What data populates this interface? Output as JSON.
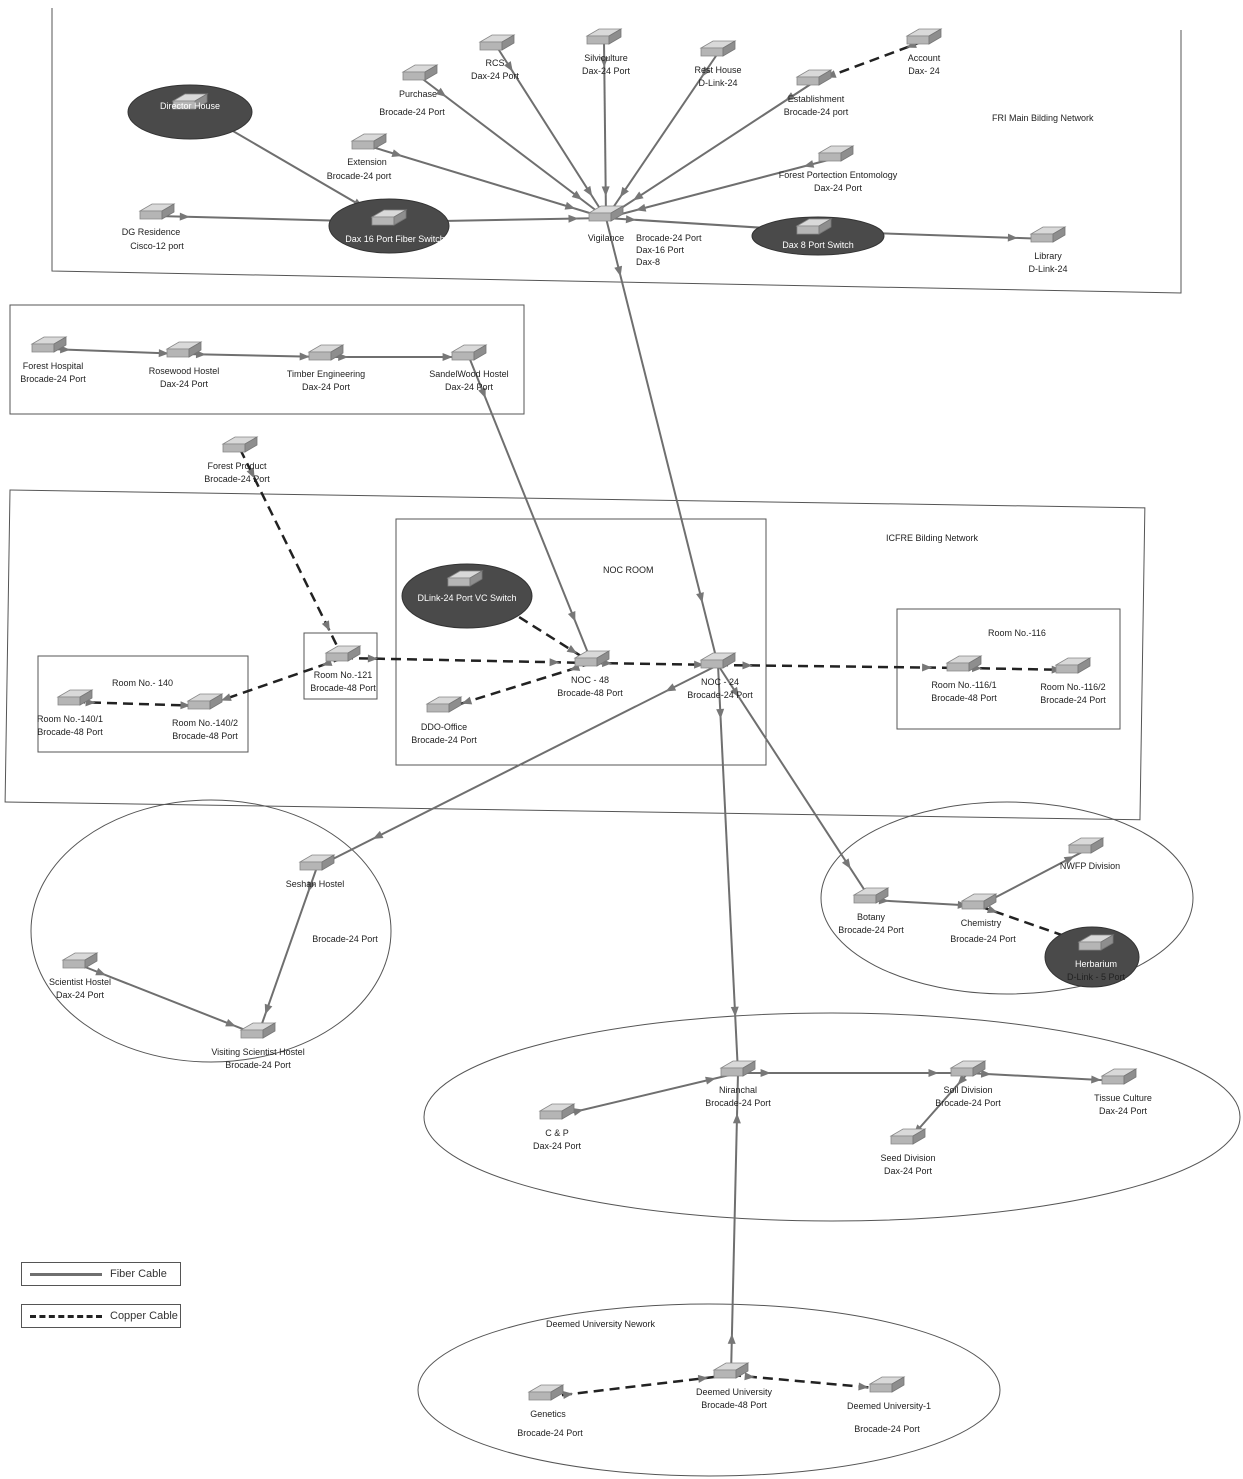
{
  "zones": {
    "fri_main": "FRI Main Bilding Network",
    "icfre": "ICFRE Bilding Network",
    "noc_room": "NOC ROOM",
    "room_116": "Room No.-116",
    "room_140": "Room No.- 140",
    "deemed": "Deemed University Nework"
  },
  "nodes": {
    "director": {
      "name": "Director House"
    },
    "purchase": {
      "name": "Purchase",
      "model": "Brocade-24 Port"
    },
    "rcs": {
      "name": "RCS",
      "model": "Dax-24 Port"
    },
    "silviculture": {
      "name": "Silviculture",
      "model": "Dax-24 Port"
    },
    "resthouse": {
      "name": "Rest House",
      "model": "D-Link-24"
    },
    "account": {
      "name": "Account",
      "model": "Dax- 24"
    },
    "establishment": {
      "name": "Establishment",
      "model": "Brocade-24 port"
    },
    "extension": {
      "name": "Extension",
      "model": "Brocade-24 port"
    },
    "fpe": {
      "name": "Forest Portection Entomology",
      "model": "Dax-24 Port"
    },
    "dg": {
      "name": "DG Residence",
      "model": "Cisco-12 port"
    },
    "dax16": {
      "name": "Dax 16 Port Fiber Switch"
    },
    "vigilance": {
      "name": "Vigilance",
      "model": "Brocade-24 Port",
      "model2": "Dax-16 Port",
      "model3": "Dax-8"
    },
    "dax8": {
      "name": "Dax 8 Port Switch"
    },
    "library": {
      "name": "Library",
      "model": "D-Link-24"
    },
    "fhosp": {
      "name": "Forest Hospital",
      "model": "Brocade-24 Port"
    },
    "rosewood": {
      "name": "Rosewood Hostel",
      "model": "Dax-24 Port"
    },
    "timber": {
      "name": "Timber Engineering",
      "model": "Dax-24 Port"
    },
    "sandelwood": {
      "name": "SandelWood Hostel",
      "model": "Dax-24 Port"
    },
    "fproduct": {
      "name": "Forest Product",
      "model": "Brocade-24 Port"
    },
    "dlinkvc": {
      "name": "DLink-24 Port VC Switch"
    },
    "room121": {
      "name": "Room No.-121",
      "model": "Brocade-48 Port"
    },
    "noc48": {
      "name": "NOC - 48",
      "model": "Brocade-48 Port"
    },
    "noc24": {
      "name": "NOC - 24",
      "model": "Brocade-24 Port"
    },
    "ddo": {
      "name": "DDO-Office",
      "model": "Brocade-24 Port"
    },
    "r140_1": {
      "name": "Room No.-140/1",
      "model": "Brocade-48 Port"
    },
    "r140_2": {
      "name": "Room No.-140/2",
      "model": "Brocade-48 Port"
    },
    "r116_1": {
      "name": "Room No.-116/1",
      "model": "Brocade-48 Port"
    },
    "r116_2": {
      "name": "Room No.-116/2",
      "model": "Brocade-24 Port"
    },
    "seshan": {
      "name": "Seshan Hostel",
      "model": "Brocade-24 Port"
    },
    "scientist": {
      "name": "Scientist Hostel",
      "model": "Dax-24 Port"
    },
    "visiting": {
      "name": "Visiting Scientist Hostel",
      "model": "Brocade-24 Port"
    },
    "botany": {
      "name": "Botany",
      "model": "Brocade-24 Port"
    },
    "chemistry": {
      "name": "Chemistry",
      "model": "Brocade-24 Port"
    },
    "nwfp": {
      "name": "NWFP Division"
    },
    "herbarium": {
      "name": "Herbarium",
      "model": "D-Link - 5 Port"
    },
    "niranchal": {
      "name": "Niranchal",
      "model": "Brocade-24 Port"
    },
    "cp": {
      "name": "C & P",
      "model": "Dax-24 Port"
    },
    "soil": {
      "name": "Soil Division",
      "model": "Brocade-24 Port"
    },
    "tissue": {
      "name": "Tissue Culture",
      "model": "Dax-24 Port"
    },
    "seed": {
      "name": "Seed Division",
      "model": "Dax-24 Port"
    },
    "genetics": {
      "name": "Genetics",
      "model": "Brocade-24 Port"
    },
    "deemedu": {
      "name": "Deemed University",
      "model": "Brocade-48 Port"
    },
    "deemedu1": {
      "name": "Deemed University-1",
      "model": "Brocade-24 Port"
    }
  },
  "links": [
    {
      "from": "purchase",
      "to": "vigilance",
      "type": "fiber"
    },
    {
      "from": "rcs",
      "to": "vigilance",
      "type": "fiber"
    },
    {
      "from": "silviculture",
      "to": "vigilance",
      "type": "fiber"
    },
    {
      "from": "resthouse",
      "to": "vigilance",
      "type": "fiber"
    },
    {
      "from": "establishment",
      "to": "vigilance",
      "type": "fiber"
    },
    {
      "from": "account",
      "to": "establishment",
      "type": "copper"
    },
    {
      "from": "extension",
      "to": "vigilance",
      "type": "fiber"
    },
    {
      "from": "fpe",
      "to": "vigilance",
      "type": "fiber"
    },
    {
      "from": "director",
      "to": "dax16",
      "type": "fiber"
    },
    {
      "from": "dg",
      "to": "dax16",
      "type": "fiber"
    },
    {
      "from": "dax16",
      "to": "vigilance",
      "type": "fiber"
    },
    {
      "from": "vigilance",
      "to": "dax8",
      "type": "fiber"
    },
    {
      "from": "dax8",
      "to": "library",
      "type": "fiber"
    },
    {
      "from": "vigilance",
      "to": "noc24",
      "type": "fiber"
    },
    {
      "from": "fhosp",
      "to": "rosewood",
      "type": "fiber"
    },
    {
      "from": "rosewood",
      "to": "timber",
      "type": "fiber"
    },
    {
      "from": "timber",
      "to": "sandelwood",
      "type": "fiber"
    },
    {
      "from": "sandelwood",
      "to": "noc48",
      "type": "fiber"
    },
    {
      "from": "fproduct",
      "to": "room121",
      "type": "copper"
    },
    {
      "from": "dlinkvc",
      "to": "noc48",
      "type": "copper"
    },
    {
      "from": "room121",
      "to": "noc48",
      "type": "copper"
    },
    {
      "from": "noc48",
      "to": "noc24",
      "type": "copper"
    },
    {
      "from": "noc48",
      "to": "ddo",
      "type": "copper"
    },
    {
      "from": "room121",
      "to": "r140_2",
      "type": "copper"
    },
    {
      "from": "r140_1",
      "to": "r140_2",
      "type": "copper"
    },
    {
      "from": "noc24",
      "to": "r116_1",
      "type": "copper"
    },
    {
      "from": "r116_1",
      "to": "r116_2",
      "type": "copper"
    },
    {
      "from": "noc24",
      "to": "seshan",
      "type": "fiber"
    },
    {
      "from": "seshan",
      "to": "visiting",
      "type": "fiber"
    },
    {
      "from": "scientist",
      "to": "visiting",
      "type": "fiber"
    },
    {
      "from": "noc24",
      "to": "botany",
      "type": "fiber"
    },
    {
      "from": "botany",
      "to": "chemistry",
      "type": "fiber"
    },
    {
      "from": "chemistry",
      "to": "nwfp",
      "type": "fiber"
    },
    {
      "from": "chemistry",
      "to": "herbarium",
      "type": "copper"
    },
    {
      "from": "noc24",
      "to": "niranchal",
      "type": "fiber"
    },
    {
      "from": "cp",
      "to": "niranchal",
      "type": "fiber"
    },
    {
      "from": "niranchal",
      "to": "soil",
      "type": "fiber"
    },
    {
      "from": "soil",
      "to": "tissue",
      "type": "fiber"
    },
    {
      "from": "soil",
      "to": "seed",
      "type": "fiber"
    },
    {
      "from": "deemedu",
      "to": "niranchal",
      "type": "fiber"
    },
    {
      "from": "genetics",
      "to": "deemedu",
      "type": "copper"
    },
    {
      "from": "deemedu",
      "to": "deemedu1",
      "type": "copper"
    }
  ],
  "legend": {
    "fiber": "Fiber Cable",
    "copper": "Copper Cable"
  }
}
